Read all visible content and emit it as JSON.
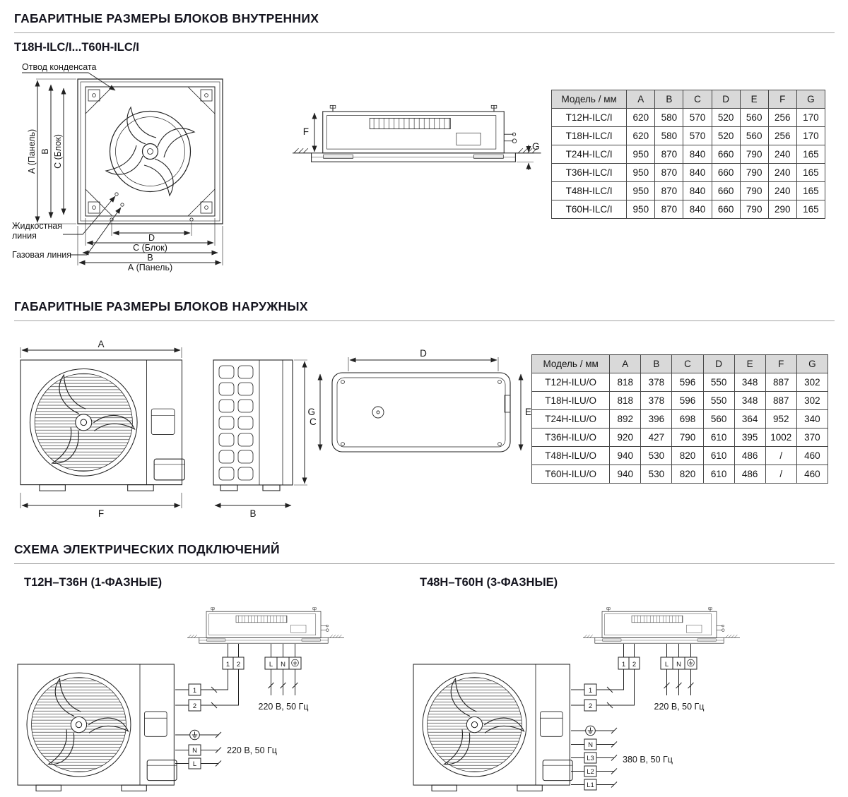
{
  "indoor": {
    "title": "ГАБАРИТНЫЕ РАЗМЕРЫ БЛОКОВ ВНУТРЕННИХ",
    "subtitle": "T18H-ILC/I...T60H-ILC/I",
    "labels": {
      "condensate_drain": "Отвод конденсата",
      "a_panel": "А (Панель)",
      "b": "B",
      "c_block": "C (Блок)",
      "d": "D",
      "f": "F",
      "g": "G",
      "liquid_line_1": "Жидкостная",
      "liquid_line_2": "линия",
      "gas_line": "Газовая линия"
    },
    "table": {
      "headers": [
        "Модель / мм",
        "A",
        "B",
        "C",
        "D",
        "E",
        "F",
        "G"
      ],
      "rows": [
        [
          "T12H-ILC/I",
          "620",
          "580",
          "570",
          "520",
          "560",
          "256",
          "170"
        ],
        [
          "T18H-ILC/I",
          "620",
          "580",
          "570",
          "520",
          "560",
          "256",
          "170"
        ],
        [
          "T24H-ILC/I",
          "950",
          "870",
          "840",
          "660",
          "790",
          "240",
          "165"
        ],
        [
          "T36H-ILC/I",
          "950",
          "870",
          "840",
          "660",
          "790",
          "240",
          "165"
        ],
        [
          "T48H-ILC/I",
          "950",
          "870",
          "840",
          "660",
          "790",
          "240",
          "165"
        ],
        [
          "T60H-ILC/I",
          "950",
          "870",
          "840",
          "660",
          "790",
          "290",
          "165"
        ]
      ]
    }
  },
  "outdoor": {
    "title": "ГАБАРИТНЫЕ РАЗМЕРЫ БЛОКОВ НАРУЖНЫХ",
    "labels": {
      "a": "A",
      "b": "B",
      "c": "C",
      "d": "D",
      "e": "E",
      "f": "F",
      "g": "G"
    },
    "table": {
      "headers": [
        "Модель / мм",
        "A",
        "B",
        "C",
        "D",
        "E",
        "F",
        "G"
      ],
      "rows": [
        [
          "T12H-ILU/O",
          "818",
          "378",
          "596",
          "550",
          "348",
          "887",
          "302"
        ],
        [
          "T18H-ILU/O",
          "818",
          "378",
          "596",
          "550",
          "348",
          "887",
          "302"
        ],
        [
          "T24H-ILU/O",
          "892",
          "396",
          "698",
          "560",
          "364",
          "952",
          "340"
        ],
        [
          "T36H-ILU/O",
          "920",
          "427",
          "790",
          "610",
          "395",
          "1002",
          "370"
        ],
        [
          "T48H-ILU/O",
          "940",
          "530",
          "820",
          "610",
          "486",
          "/",
          "460"
        ],
        [
          "T60H-ILU/O",
          "940",
          "530",
          "820",
          "610",
          "486",
          "/",
          "460"
        ]
      ]
    }
  },
  "wiring": {
    "title": "СХЕМА ЭЛЕКТРИЧЕСКИХ ПОДКЛЮЧЕНИЙ",
    "icons": {
      "ground": "earth-ground-icon"
    },
    "single_phase": {
      "subtitle": "T12H–T36H (1-ФАЗНЫЕ)",
      "indoor_link": [
        "1",
        "2"
      ],
      "indoor_power": [
        "L",
        "N"
      ],
      "indoor_power_label": "220 В, 50 Гц",
      "outdoor_link": [
        "1",
        "2"
      ],
      "outdoor_power": [
        "N",
        "L"
      ],
      "outdoor_power_label": "220 В, 50 Гц"
    },
    "three_phase": {
      "subtitle": "T48H–T60H (3-ФАЗНЫЕ)",
      "indoor_link": [
        "1",
        "2"
      ],
      "indoor_power": [
        "L",
        "N"
      ],
      "indoor_power_label": "220 В, 50 Гц",
      "outdoor_link": [
        "1",
        "2"
      ],
      "outdoor_power": [
        "N",
        "L3",
        "L2",
        "L1"
      ],
      "outdoor_power_label": "380 В, 50 Гц"
    }
  }
}
